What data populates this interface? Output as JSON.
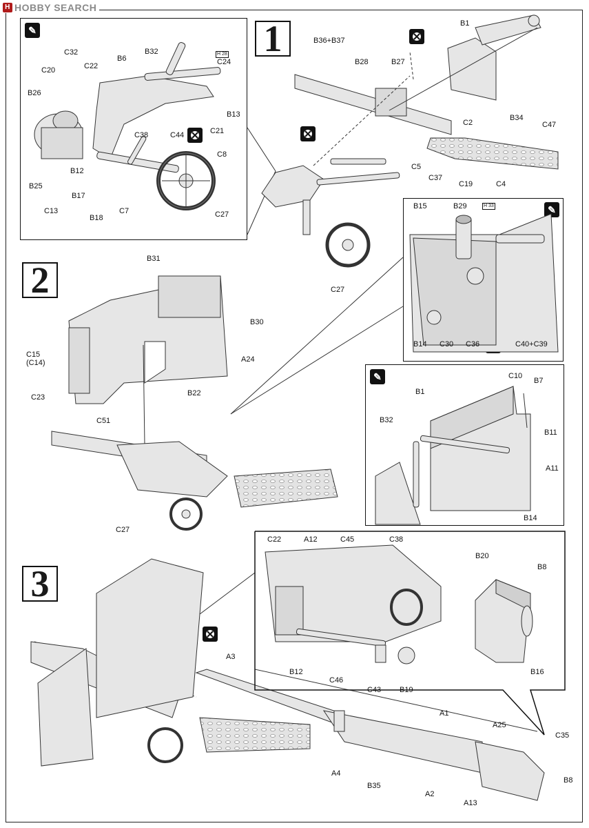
{
  "watermark": {
    "prefix": "H",
    "text": "HOBBY SEARCH"
  },
  "steps": [
    {
      "number": "1"
    },
    {
      "number": "2"
    },
    {
      "number": "3"
    }
  ],
  "icons": {
    "glue": "glue-icon",
    "no_cement": "no-cement-icon"
  },
  "hull_refs": [
    {
      "prefix": "H",
      "num": "28"
    },
    {
      "prefix": "H",
      "num": "33"
    }
  ],
  "labels": {
    "step1_detail": [
      "C32",
      "B6",
      "B32",
      "C24",
      "C20",
      "C22",
      "B26",
      "B13",
      "C21",
      "C44",
      "C38",
      "C8",
      "B12",
      "B25",
      "B17",
      "C13",
      "B18",
      "C7",
      "C27"
    ],
    "step1_main": [
      "B36+B37",
      "B28",
      "B27",
      "B1",
      "C2",
      "B34",
      "C47",
      "C5",
      "C37",
      "C19",
      "C4",
      "C27"
    ],
    "step2_detail": [
      "B15",
      "B29",
      "B14",
      "C30",
      "C36",
      "C40+C39"
    ],
    "step2_main": [
      "B31",
      "B30",
      "C15",
      "(C14)",
      "A24",
      "C23",
      "B22",
      "C51",
      "C27"
    ],
    "step2_detail2": [
      "C10",
      "B7",
      "B1",
      "B32",
      "B11",
      "A11",
      "B14"
    ],
    "step3_detail": [
      "C22",
      "A12",
      "C45",
      "C38",
      "B12",
      "C46",
      "C43",
      "B19"
    ],
    "step3_detail2": [
      "B20",
      "B8",
      "B16"
    ],
    "step3_main": [
      "A3",
      "A1",
      "A25",
      "C35",
      "A4",
      "B35",
      "B8",
      "A2",
      "A13"
    ]
  }
}
